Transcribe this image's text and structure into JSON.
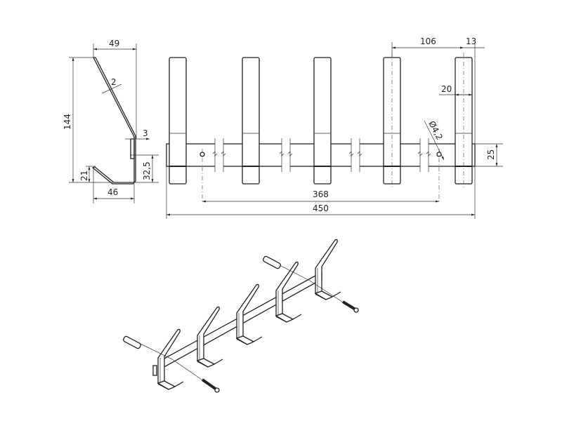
{
  "profile_view": {
    "dims": {
      "width_top": "49",
      "height": "144",
      "thickness": "2",
      "plate": "3",
      "hole_height": "32,5",
      "lip_height": "21",
      "depth": "46"
    }
  },
  "front_view": {
    "dims": {
      "hook_spacing": "106",
      "edge_offset": "13",
      "hook_width": "20",
      "hole_diameter": "Ø4,2",
      "rail_height": "25",
      "hole_distance": "368",
      "total_length": "450"
    }
  },
  "isometric_view": {
    "hooks": 5,
    "screws": 2,
    "dowels": 2
  }
}
